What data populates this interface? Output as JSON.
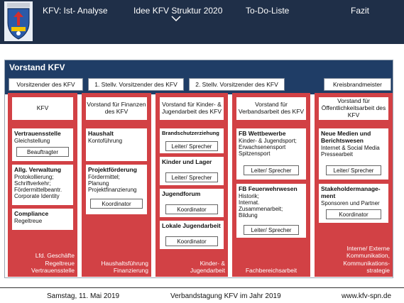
{
  "nav": {
    "items": [
      "KFV: Ist- Analyse",
      "Idee KFV Struktur 2020",
      "To-Do-Liste",
      "Fazit"
    ],
    "active_index": 1
  },
  "logo": {
    "icon": "coat-of-arms-icon"
  },
  "panel": {
    "title": "Vorstand KFV",
    "top_labels": [
      "Vorsitzender des KFV",
      "1. Stellv. Vorsitzender des KFV",
      "2. Stellv. Vorsitzender des KFV",
      "Kreisbrandmeister"
    ],
    "columns": [
      {
        "head": "KFV",
        "cards": [
          {
            "title": "Vertrauensstelle",
            "lines": [
              "Gleichstellung"
            ],
            "roles": [
              "Beauftragter"
            ]
          },
          {
            "title": "Allg. Verwaltung",
            "lines": [
              "Protokollierung;",
              "Schriftverkehr;",
              "Fördermittelbeantr.",
              "Corporate Identity"
            ],
            "roles": []
          },
          {
            "title": "Compliance",
            "lines": [
              "Regeltreue"
            ],
            "roles": []
          }
        ],
        "footer": [
          "Lfd. Geschäfte",
          "Regeltreue",
          "Vertrauensstelle"
        ]
      },
      {
        "head": "Vorstand für Finanzen des KFV",
        "cards": [
          {
            "title": "Haushalt",
            "lines": [
              "Kontoführung"
            ],
            "roles": []
          },
          {
            "title": "Projektförderung",
            "lines": [
              "Fördermittel;",
              "Planung",
              "Projektfinanzierung"
            ],
            "roles": [
              "Koordinator"
            ]
          }
        ],
        "footer": [
          "Haushaltsführung",
          "Finanzierung"
        ]
      },
      {
        "head": "Vorstand für Kinder- & Jugendarbeit des KFV",
        "cards": [
          {
            "title": "Brandschutzerziehung",
            "lines": [],
            "roles": [
              "Leiter/ Sprecher"
            ]
          },
          {
            "title": "Kinder und Lager",
            "lines": [],
            "roles": [
              "Leiter/ Sprecher"
            ]
          },
          {
            "title": "Jugendforum",
            "lines": [],
            "roles": [
              "Koordinator"
            ]
          },
          {
            "title": "Lokale Jugendarbeit",
            "lines": [],
            "roles": [
              "Koordinator"
            ]
          }
        ],
        "footer": [
          "Kinder- &",
          "Jugendarbeit"
        ]
      },
      {
        "head": "Vorstand für Verbandsarbeit des KFV",
        "cards": [
          {
            "title": "FB Wettbewerbe",
            "lines": [
              "Kinder- & Jugendsport;",
              "Erwachsenensport",
              "Spitzensport"
            ],
            "roles": [
              "Leiter/ Sprecher"
            ]
          },
          {
            "title": "FB Feuerwehrwesen",
            "lines": [
              "Historik;",
              "Internat.",
              "Zusammenarbeit;",
              "Bildung"
            ],
            "roles": [
              "Leiter/ Sprecher"
            ]
          }
        ],
        "footer": [
          "Fachbereichsarbeit"
        ]
      },
      {
        "head": "Vorstand für Öffentlichkeitsarbeit des KFV",
        "cards": [
          {
            "title": "Neue Medien und Berichtswesen",
            "lines": [
              "Internet & Social Media",
              "Pressearbeit"
            ],
            "roles": [
              "Leiter/ Sprecher"
            ]
          },
          {
            "title": "Stakeholdermanage-ment",
            "lines": [
              "Sponsoren und Partner"
            ],
            "roles": [
              "Koordinator"
            ]
          }
        ],
        "footer": [
          "Interne/ Externe",
          "Kommunikation,",
          "Kommunikations-",
          "strategie"
        ]
      }
    ]
  },
  "footer": {
    "date": "Samstag, 11. Mai 2019",
    "event": "Verbandstagung KFV im Jahr 2019",
    "url": "www.kfv-spn.de"
  },
  "colors": {
    "navy": "#1f2f48",
    "header_blue": "#1f3d66",
    "red": "#d24145"
  }
}
